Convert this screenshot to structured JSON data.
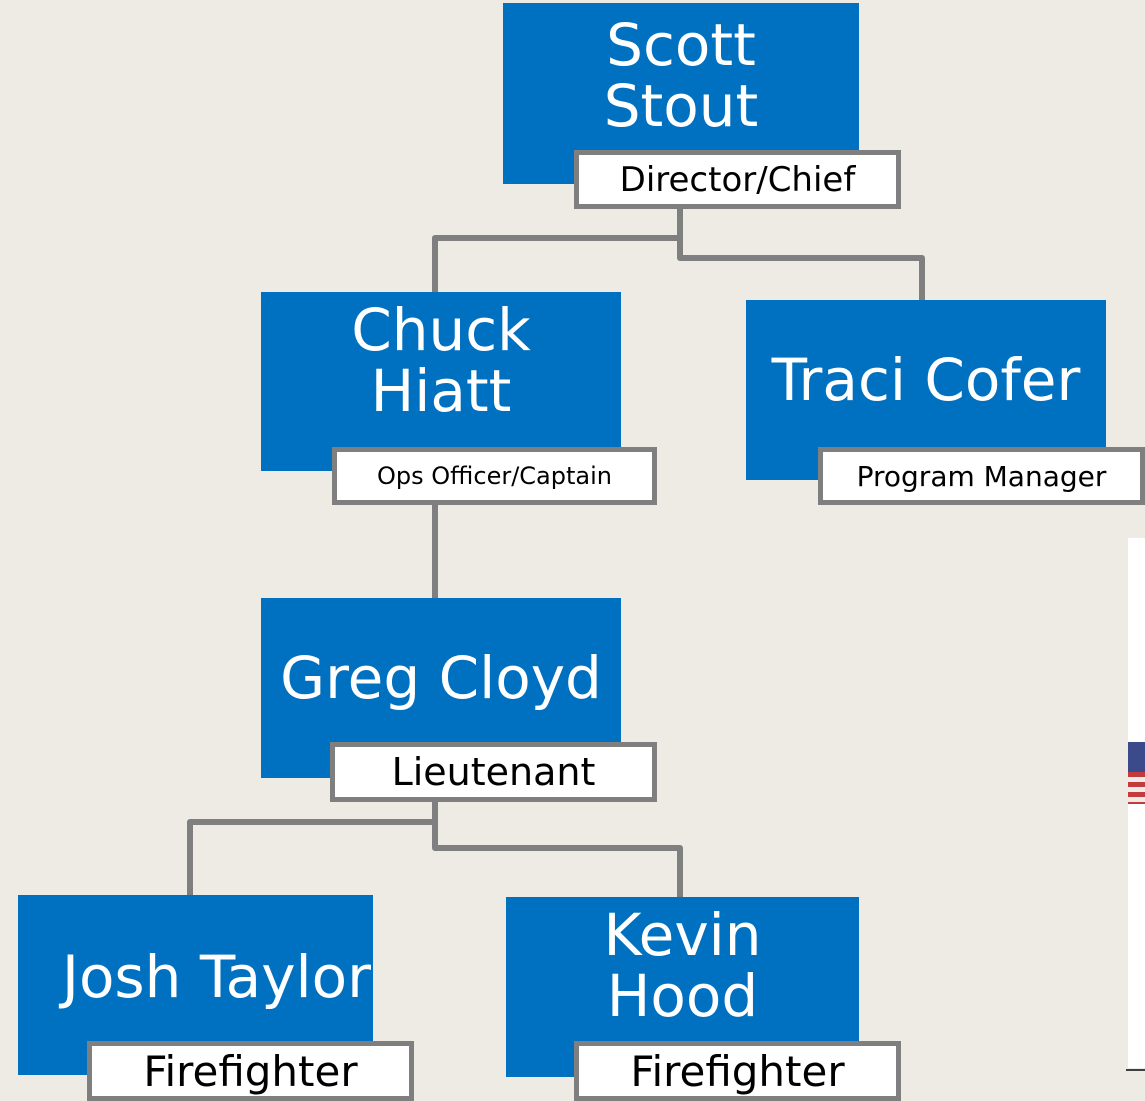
{
  "nodes": [
    {
      "id": "scott-stout",
      "name_lines": [
        "Scott",
        "Stout"
      ],
      "title": "Director/Chief"
    },
    {
      "id": "chuck-hiatt",
      "name_lines": [
        "Chuck",
        "Hiatt"
      ],
      "title": "Ops Officer/Captain"
    },
    {
      "id": "traci-cofer",
      "name_lines": [
        "Traci Cofer"
      ],
      "title": "Program Manager"
    },
    {
      "id": "greg-cloyd",
      "name_lines": [
        "Greg Cloyd"
      ],
      "title": "Lieutenant"
    },
    {
      "id": "josh-taylor",
      "name_lines": [
        "Josh Taylor"
      ],
      "title": "Firefighter"
    },
    {
      "id": "kevin-hood",
      "name_lines": [
        "Kevin",
        "Hood"
      ],
      "title": "Firefighter"
    }
  ],
  "edges": [
    [
      "scott-stout",
      "chuck-hiatt"
    ],
    [
      "scott-stout",
      "traci-cofer"
    ],
    [
      "chuck-hiatt",
      "greg-cloyd"
    ],
    [
      "greg-cloyd",
      "josh-taylor"
    ],
    [
      "greg-cloyd",
      "kevin-hood"
    ]
  ],
  "colors": {
    "background": "#eeebe4",
    "box_fill": "#0070c0",
    "box_text": "#ffffff",
    "title_border": "#7f7f7f",
    "connector": "#7f7f7f"
  }
}
